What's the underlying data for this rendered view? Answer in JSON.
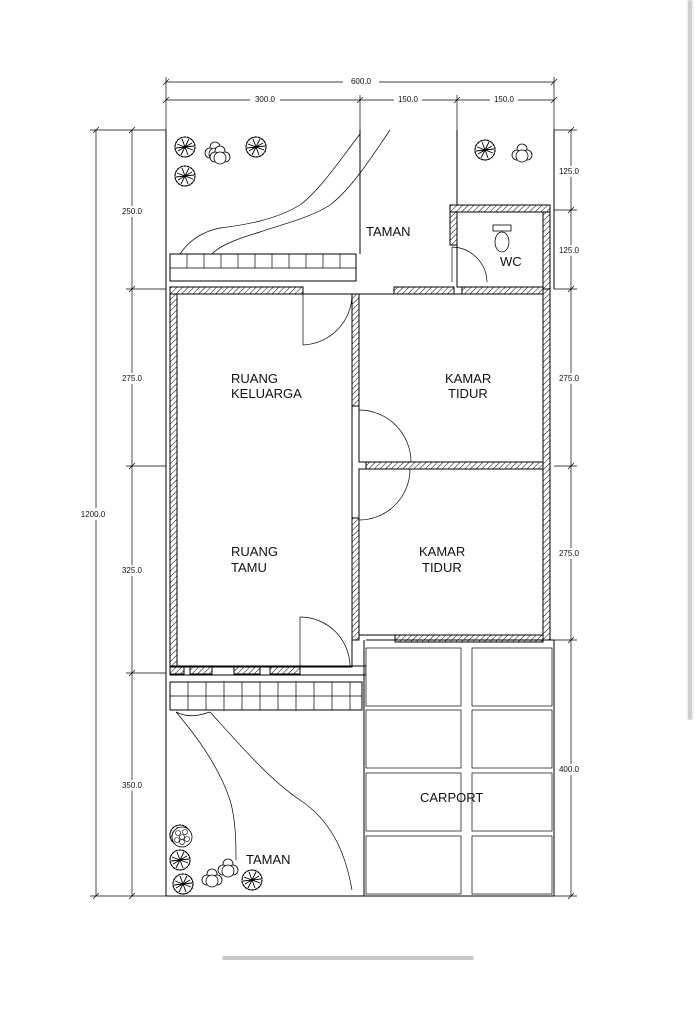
{
  "plan": {
    "rooms": {
      "taman_top": [
        "TAMAN"
      ],
      "wc": [
        "WC"
      ],
      "ruang_keluarga": [
        "RUANG",
        "KELUARGA"
      ],
      "kamar_tidur_1": [
        "KAMAR",
        "TIDUR"
      ],
      "ruang_tamu": [
        "RUANG",
        "TAMU"
      ],
      "kamar_tidur_2": [
        "KAMAR",
        "TIDUR"
      ],
      "carport": [
        "CARPORT"
      ],
      "taman_bottom": [
        "TAMAN"
      ]
    },
    "dimensions": {
      "top_total": "600.0",
      "top_segments": [
        "300.0",
        "150.0",
        "150.0"
      ],
      "left_total": "1200.0",
      "left_segments": [
        "250.0",
        "275.0",
        "325.0",
        "350.0"
      ],
      "right_segments": [
        "125.0",
        "125.0",
        "275.0",
        "275.0",
        "400.0"
      ]
    },
    "colors": {
      "line": "#000000",
      "background": "#ffffff"
    }
  }
}
